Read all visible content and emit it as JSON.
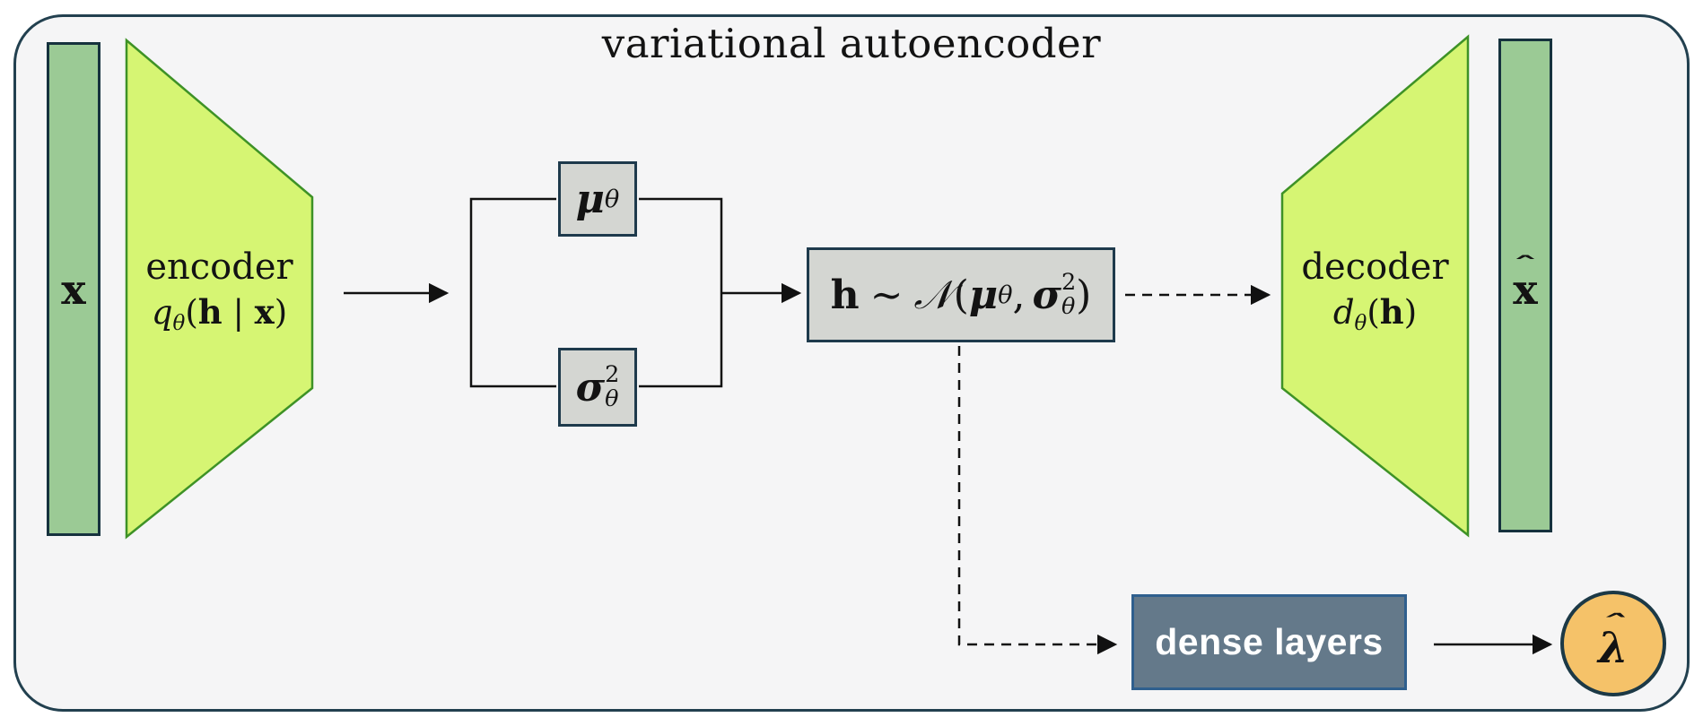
{
  "title": "variational autoencoder",
  "colors": {
    "frame_border": "#22404f",
    "frame_bg": "#f5f5f6",
    "bar_fill": "#9bca95",
    "bar_border": "#16323e",
    "trapezoid_fill": "#d6f573",
    "trapezoid_border": "#3e9226",
    "gray_box_fill": "#d4d6d2",
    "gray_box_border": "#1e3a4c",
    "dense_fill": "#64798a",
    "dense_border": "#2f5f8e",
    "dense_text": "#ffffff",
    "lambda_fill": "#f5c269",
    "lambda_border": "#1c3946",
    "line": "#111111"
  },
  "input_bar": {
    "label": "x"
  },
  "encoder": {
    "label": "encoder",
    "fn": "q",
    "fn_sub": "θ",
    "open": "(",
    "arg1": "h",
    "bar": "|",
    "arg2": "x",
    "close": ")"
  },
  "mu_box": {
    "base": "μ",
    "sub": "θ"
  },
  "sigma_box": {
    "base": "σ",
    "sup": "2",
    "sub": "θ"
  },
  "latent_box": {
    "lhs": "h",
    "sim": "∼",
    "dist": "𝒩",
    "open": "(",
    "mu": "μ",
    "mu_sub": "θ",
    "sep": ",",
    "sigma": "σ",
    "sigma_sup": "2",
    "sigma_sub": "θ",
    "close": ")"
  },
  "decoder": {
    "label": "decoder",
    "fn": "d",
    "fn_sub": "θ",
    "open": "(",
    "arg": "h",
    "close": ")"
  },
  "output_bar": {
    "hat": "ˆ",
    "label": "x"
  },
  "dense_box": {
    "label": "dense layers"
  },
  "lambda_node": {
    "hat": "ˆ",
    "label": "λ"
  }
}
